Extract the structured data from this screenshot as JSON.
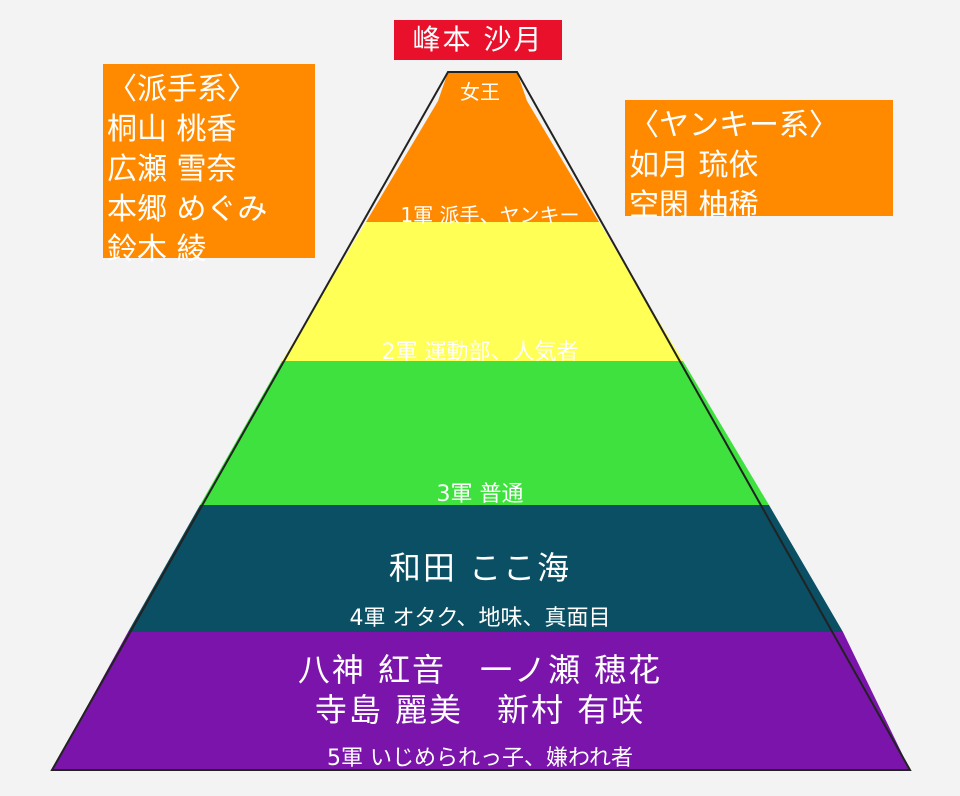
{
  "colors": {
    "background": "#f3f3f3",
    "queen": "#e8102a",
    "tier1": "#ff8a00",
    "tier2": "#ffff55",
    "tier3": "#3ee13e",
    "tier4": "#0a4f63",
    "tier5": "#7a14aa",
    "outline": "#222222"
  },
  "top_name": "峰本 沙月",
  "queen_label": "女王",
  "left_box": {
    "title": "〈派手系〉",
    "names": [
      "桐山 桃香",
      "広瀬 雪奈",
      "本郷 めぐみ",
      "鈴木 綾"
    ]
  },
  "right_box": {
    "title": "〈ヤンキー系〉",
    "names": [
      "如月 琉依",
      "空閑 柚稀"
    ]
  },
  "tiers": {
    "t1": {
      "label": "1軍 派手、ヤンキー"
    },
    "t2": {
      "label": "2軍 運動部、人気者"
    },
    "t3": {
      "label": "3軍 普通"
    },
    "t4": {
      "name": "和田 ここ海",
      "label": "4軍 オタク、地味、真面目"
    },
    "t5": {
      "names_row1": [
        "八神 紅音",
        "一ノ瀬 穂花"
      ],
      "names_row2": [
        "寺島 麗美",
        "新村 有咲"
      ],
      "label": "5軍 いじめられっ子、嫌われ者"
    }
  }
}
